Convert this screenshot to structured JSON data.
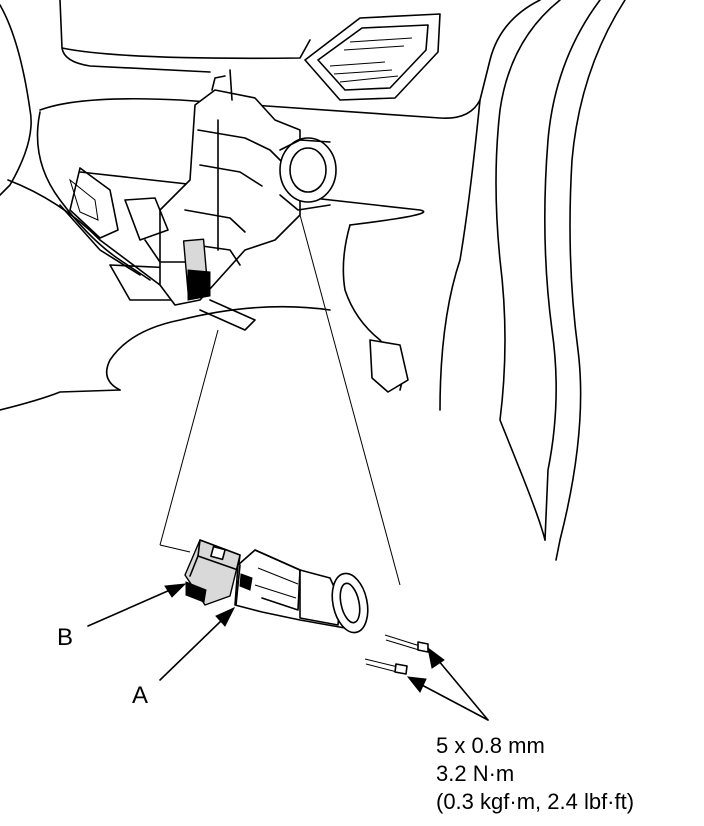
{
  "callouts": {
    "label_a": "A",
    "label_b": "B"
  },
  "spec": {
    "size": "5 x 0.8 mm",
    "torque_nm": "3.2 N·m",
    "torque_alt": "(0.3 kgf·m, 2.4 lbf·ft)"
  }
}
